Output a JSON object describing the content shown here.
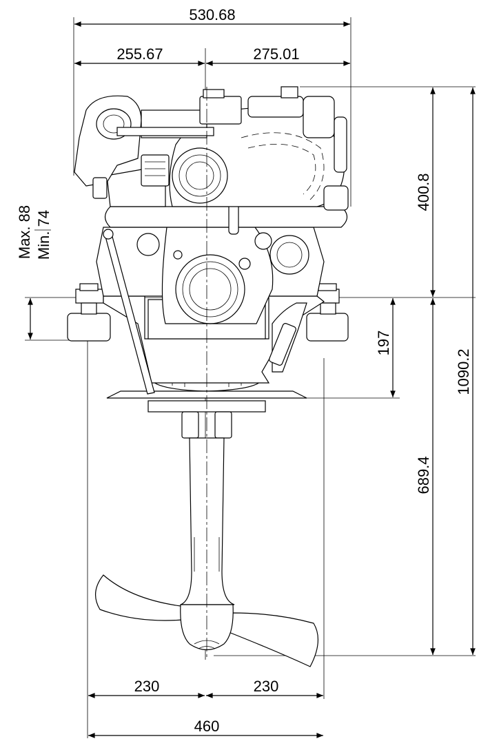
{
  "dimensions": {
    "overall_width": "530.68",
    "left_width": "255.67",
    "right_width": "275.01",
    "upper_height": "400.8",
    "total_height": "1090.2",
    "mount_to_plate": "197",
    "lower_height": "689.4",
    "foot_left": "230",
    "foot_right": "230",
    "foot_total": "460",
    "tilt_max": "Max. 88",
    "tilt_min": "Min. 74"
  }
}
